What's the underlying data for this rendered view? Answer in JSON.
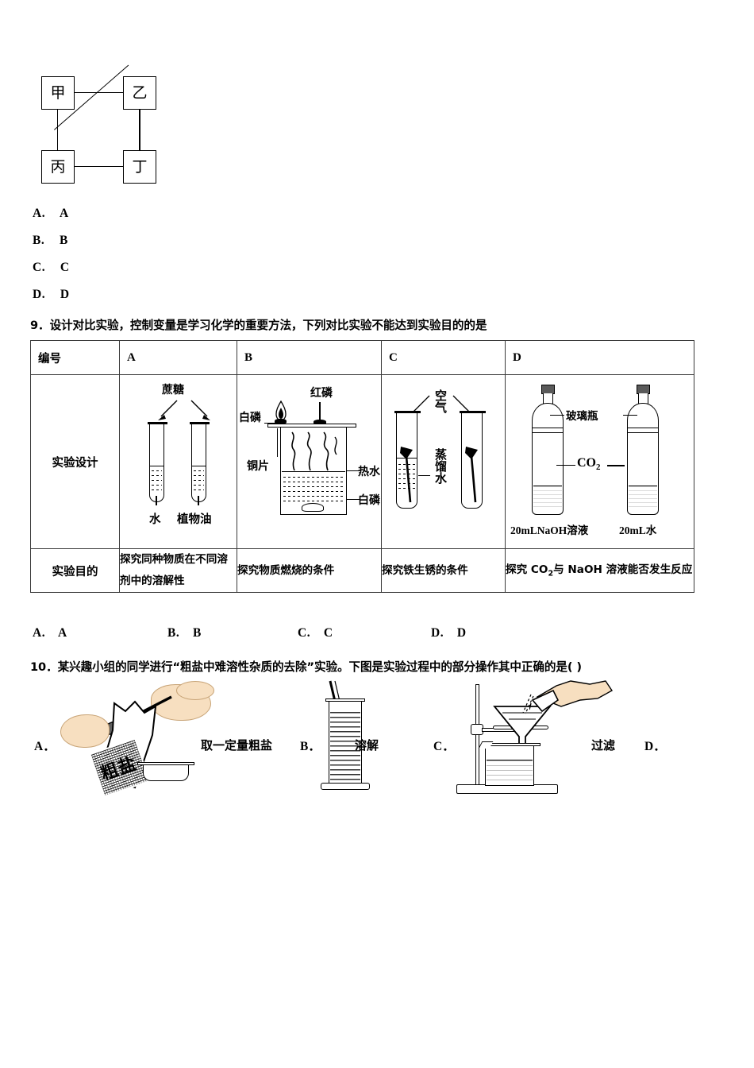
{
  "question8_remnant": {
    "diagram": {
      "name": "substance-relationship-network",
      "nodes": [
        {
          "id": "jia",
          "label": "甲"
        },
        {
          "id": "yi",
          "label": "乙"
        },
        {
          "id": "bing",
          "label": "丙"
        },
        {
          "id": "ding",
          "label": "丁"
        }
      ],
      "edges": [
        "甲-乙",
        "甲-丙",
        "乙-丁",
        "丙-丁",
        "乙-丙"
      ]
    },
    "options": [
      {
        "key": "A.",
        "text": "A"
      },
      {
        "key": "B.",
        "text": "B"
      },
      {
        "key": "C.",
        "text": "C"
      },
      {
        "key": "D.",
        "text": "D"
      }
    ]
  },
  "question9": {
    "number": "9．",
    "stem": "设计对比实验，控制变量是学习化学的重要方法，下列对比实验不能达到实验目的的是",
    "table": {
      "header": [
        "编号",
        "A",
        "B",
        "C",
        "D"
      ],
      "row_labels": [
        "实验设计",
        "实验目的"
      ],
      "designs": {
        "A": {
          "caption_top": "蔗糖",
          "tube_left_label": "水",
          "tube_right_label": "植物油"
        },
        "B": {
          "label_white_phosphorus_top": "白磷",
          "label_red_phosphorus": "红磷",
          "label_copper_plate": "铜片",
          "label_hot_water": "热水",
          "label_white_phosphorus_bottom": "白磷"
        },
        "C": {
          "label_air": "空气",
          "label_distilled_water": "蒸馏水"
        },
        "D": {
          "label_glass_bottle": "玻璃瓶",
          "label_gas": "CO",
          "label_gas_sub": "2",
          "label_left_bottle": "20mLNaOH溶液",
          "label_right_bottle": "20mL水"
        }
      },
      "purposes": {
        "A": "探究同种物质在不同溶剂中的溶解性",
        "B": "探究物质燃烧的条件",
        "C": "探究铁生锈的条件",
        "D_pre": "探究 CO",
        "D_sub": "2",
        "D_post": "与 NaOH 溶液能否发生反应"
      }
    },
    "options": [
      {
        "key": "A.",
        "text": "A"
      },
      {
        "key": "B.",
        "text": "B"
      },
      {
        "key": "C.",
        "text": "C"
      },
      {
        "key": "D.",
        "text": "D"
      }
    ]
  },
  "question10": {
    "number": "10．",
    "stem": "某兴趣小组的同学进行“粗盐中难溶性杂质的去除”实验。下图是实验过程中的部分操作其中正确的是(  )",
    "options": [
      {
        "key": "A．",
        "caption": "取一定量粗盐",
        "figure": "spatula-taking-crude-salt",
        "bag_label": "粗盐"
      },
      {
        "key": "B．",
        "caption": "溶解",
        "figure": "graduated-cylinder-with-stirring-rod"
      },
      {
        "key": "C．",
        "caption": "过滤",
        "figure": "filtration-funnel-on-stand"
      },
      {
        "key": "D．",
        "caption": "",
        "figure": "none"
      }
    ]
  }
}
